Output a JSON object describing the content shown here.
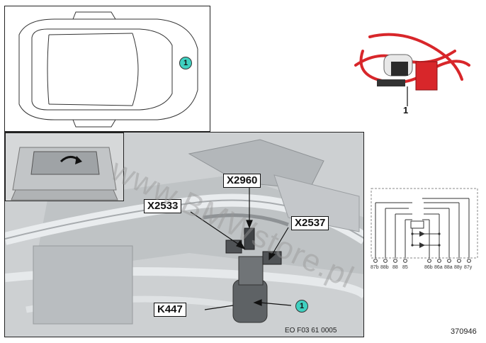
{
  "overview": {
    "badge": "1"
  },
  "photo": {
    "labels": {
      "x2960": "X2960",
      "x2533": "X2533",
      "x2537": "X2537",
      "k447": "K447"
    },
    "badge": "1",
    "code": "EO F03 61 0005"
  },
  "part": {
    "number": "1"
  },
  "schematic": {
    "pins": [
      "87b",
      "88b",
      "88",
      "85",
      "86b",
      "86a",
      "88a",
      "88y",
      "87y"
    ]
  },
  "figure_id": "370946",
  "watermark": "www.BMWstore.pl",
  "colors": {
    "badge_fill": "#3fd0c0",
    "cable_red": "#d8262a",
    "photo_bg": "#cfd2d3"
  }
}
